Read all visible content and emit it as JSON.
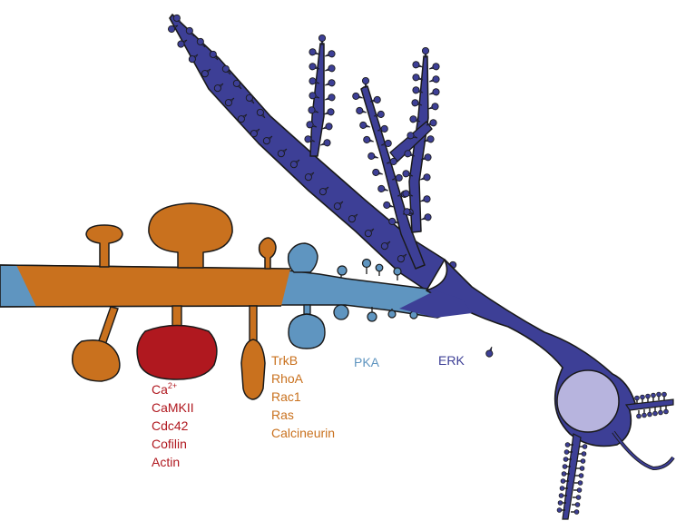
{
  "colors": {
    "erk": "#3d3f96",
    "pka": "#5f95c0",
    "orange": "#c9711e",
    "red": "#b0181f",
    "nucleus": "#b7b4de",
    "outline": "#1a1a1a"
  },
  "labels": {
    "red_group": {
      "ca": "Ca",
      "ca_sup": "2+",
      "items": [
        "CaMKII",
        "Cdc42",
        "Cofilin",
        "Actin"
      ]
    },
    "orange_group": [
      "TrkB",
      "RhoA",
      "Rac1",
      "Ras",
      "Calcineurin"
    ],
    "pka": "PKA",
    "erk": "ERK"
  }
}
